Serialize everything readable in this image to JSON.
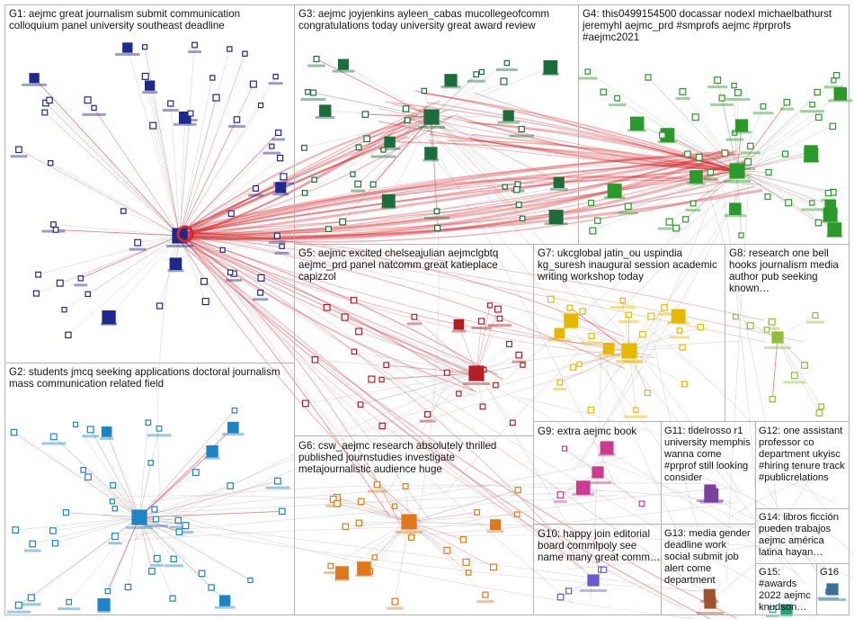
{
  "groups": [
    {
      "id": "G1",
      "label": "G1: aejmc great journalism submit communication colloquium panel university southeast deadline",
      "color": "#1d2a8c"
    },
    {
      "id": "G2",
      "label": "G2: students jmcq seeking applications doctoral journalism mass communication related field",
      "color": "#1e84c8"
    },
    {
      "id": "G3",
      "label": "G3: aejmc joyjenkins ayleen_cabas mucollegeofcomm congratulations today university great award review",
      "color": "#1b6e3a"
    },
    {
      "id": "G4",
      "label": "G4: this0499154500 docassar nodexl michaelbathurst jeremyhl aejmc_prd #smprofs aejmc #prprofs #aejmc2021",
      "color": "#2a9a2a"
    },
    {
      "id": "G5",
      "label": "G5: aejmc excited chelseajulian aejmclgbtq aejmc_prd panel natcomm great katieplace capizzol",
      "color": "#b51e24"
    },
    {
      "id": "G6",
      "label": "G6: csw_aejmc research absolutely thrilled published journstudies investigate metajournalistic audience huge",
      "color": "#e0781c"
    },
    {
      "id": "G7",
      "label": "G7: ukcglobal jatin_ou uspindia kg_suresh inaugural session academic writing workshop today",
      "color": "#e6b800"
    },
    {
      "id": "G8",
      "label": "G8: research one bell hooks journalism media author pub seeking known…",
      "color": "#8fbf3a"
    },
    {
      "id": "G9",
      "label": "G9: extra aejmc book",
      "color": "#cc3b8e"
    },
    {
      "id": "G10",
      "label": "G10: happy join editorial board commlpoly see name many great comm…",
      "color": "#6a5acd"
    },
    {
      "id": "G11",
      "label": "G11: tldelrosso r1 university memphis wanna come #prprof still looking consider",
      "color": "#7b3fa0"
    },
    {
      "id": "G12",
      "label": "G12: one assistant professor co department ukyisc #hiring tenure track #publicrelations",
      "color": "#2a8a8a"
    },
    {
      "id": "G13",
      "label": "G13: media gender deadline work social submit job alert come department",
      "color": "#a0522d"
    },
    {
      "id": "G14",
      "label": "G14: libros ficción pueden trabajos aejmc américa latina hayan…",
      "color": "#4b7bd1"
    },
    {
      "id": "G15",
      "label": "G15: #awards 2022 aejmc knudson…",
      "color": "#2aa07a"
    },
    {
      "id": "G16",
      "label": "G16",
      "color": "#3c6e9a"
    }
  ],
  "edge_colors": {
    "highlight": "#d8262b",
    "default": "#a8a8a8"
  }
}
